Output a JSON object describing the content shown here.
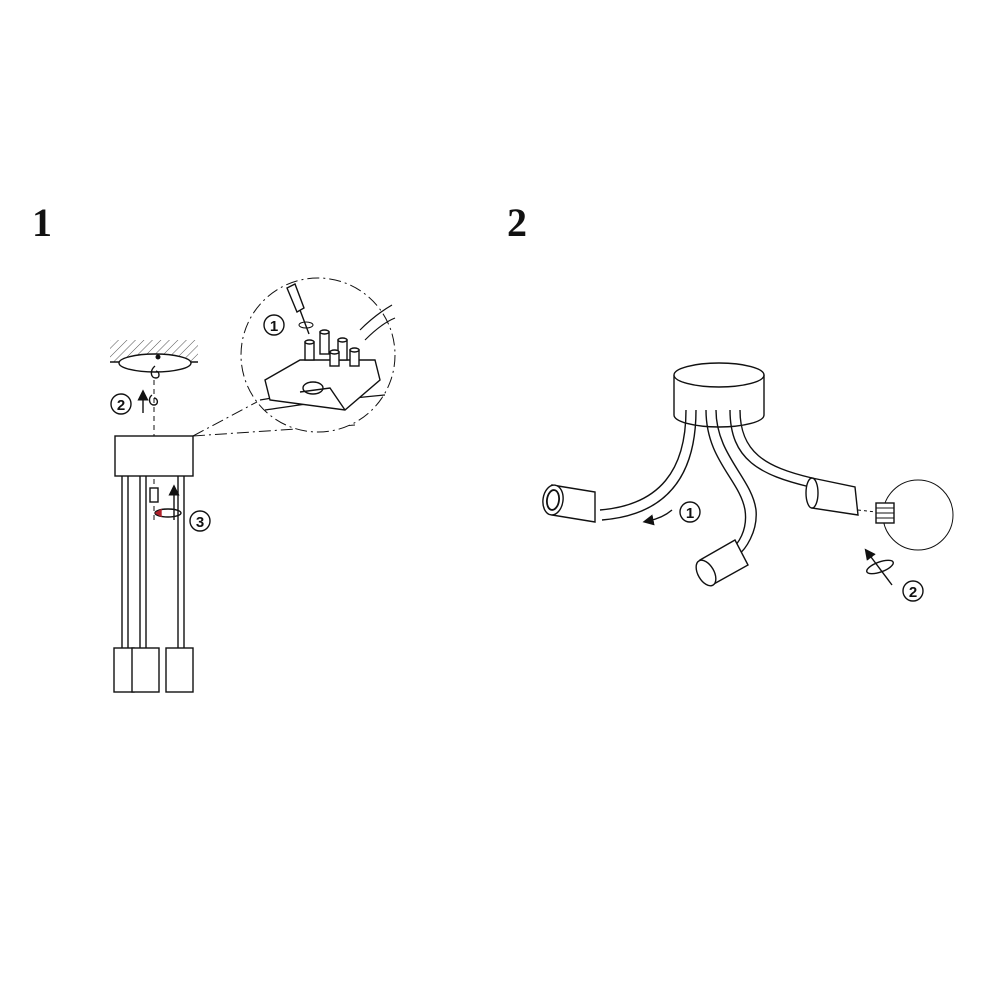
{
  "steps": [
    {
      "number": "1",
      "callouts": [
        "1",
        "2",
        "3"
      ]
    },
    {
      "number": "2",
      "callouts": [
        "1",
        "2"
      ]
    }
  ],
  "colors": {
    "ink": "#111111",
    "accent": "#b0202a",
    "hatch": "#555555"
  }
}
